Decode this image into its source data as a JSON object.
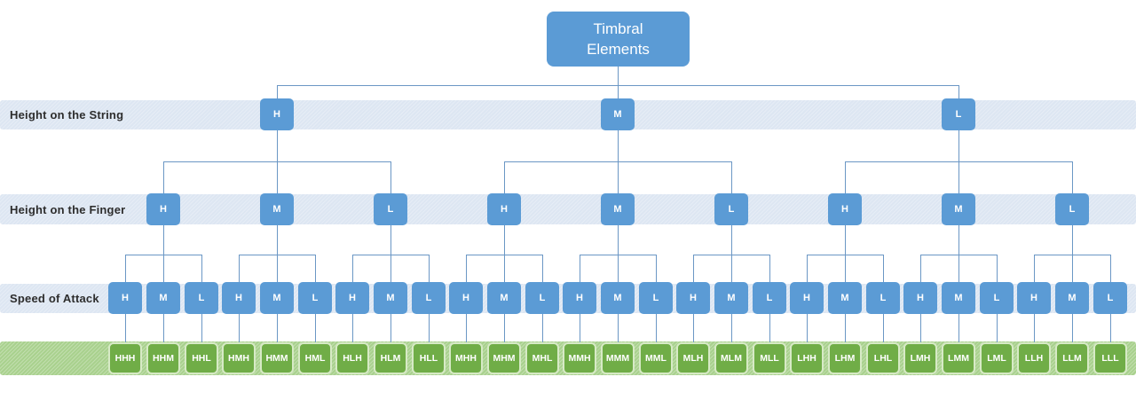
{
  "root": {
    "label": "Timbral\nElements"
  },
  "rows": [
    {
      "label": "Height on the String",
      "nodes": [
        "H",
        "M",
        "L"
      ]
    },
    {
      "label": "Height on the Finger",
      "nodes": [
        "H",
        "M",
        "L",
        "H",
        "M",
        "L",
        "H",
        "M",
        "L"
      ]
    },
    {
      "label": "Speed of Attack",
      "nodes": [
        "H",
        "M",
        "L",
        "H",
        "M",
        "L",
        "H",
        "M",
        "L",
        "H",
        "M",
        "L",
        "H",
        "M",
        "L",
        "H",
        "M",
        "L",
        "H",
        "M",
        "L",
        "H",
        "M",
        "L",
        "H",
        "M",
        "L"
      ]
    }
  ],
  "leaves": [
    "HHH",
    "HHM",
    "HHL",
    "HMH",
    "HMM",
    "HML",
    "HLH",
    "HLM",
    "HLL",
    "MHH",
    "MHM",
    "MHL",
    "MMH",
    "MMM",
    "MML",
    "MLH",
    "MLM",
    "MLL",
    "LHH",
    "LHM",
    "LHL",
    "LMH",
    "LMM",
    "LML",
    "LLH",
    "LLM",
    "LLL"
  ],
  "colors": {
    "node_blue": "#5b9bd5",
    "band_blue": "#dde6f2",
    "leaf_green": "#70ad47",
    "band_green": "#a9d18e",
    "connector": "#6b97c5",
    "label_text": "#2d2d2d"
  }
}
